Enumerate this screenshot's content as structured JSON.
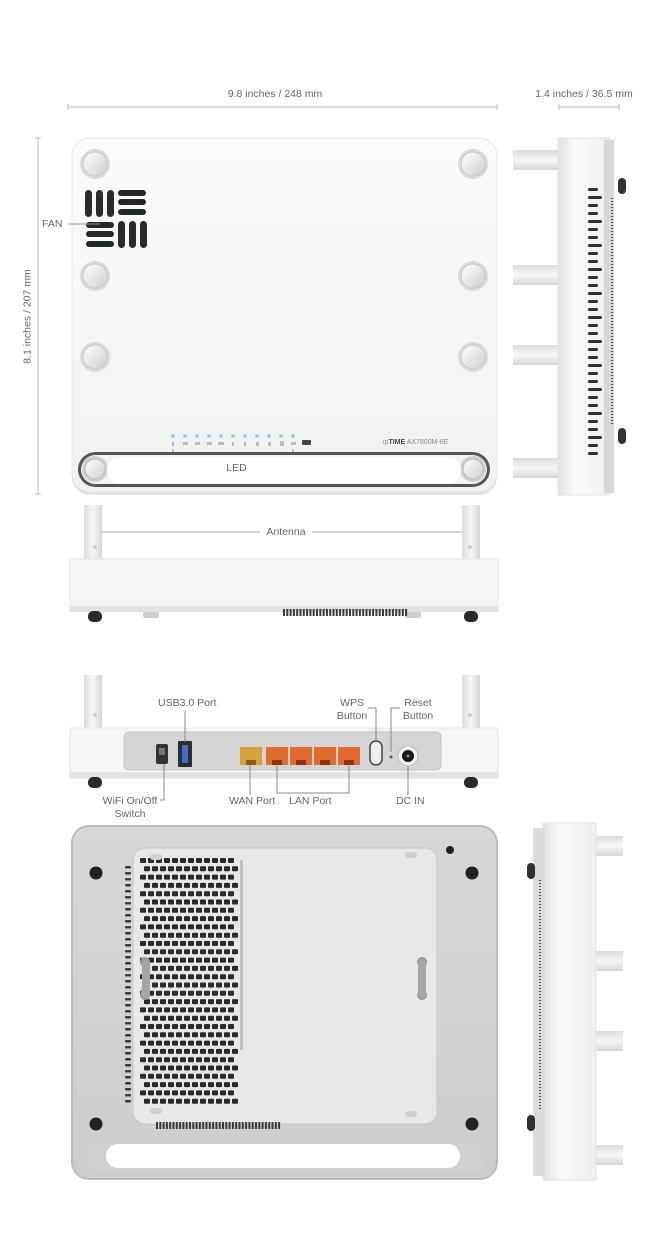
{
  "dimensions": {
    "width": "9.8 inches / 248 mm",
    "depth": "1.4 inches / 36.5 mm",
    "height": "8.1 inches / 207 mm"
  },
  "labels": {
    "fan": "FAN",
    "led": "LED",
    "antenna": "Antenna",
    "usb": "USB3.0 Port",
    "wps_line1": "WPS",
    "wps_line2": "Button",
    "reset_line1": "Reset",
    "reset_line2": "Button",
    "wifi_line1": "WiFi On/Off",
    "wifi_line2": "Switch",
    "wan": "WAN Port",
    "lan": "LAN Port",
    "dcin": "DC IN"
  },
  "brand": {
    "prefix": "ip",
    "name": "TIME",
    "model": "AX7800M-6E"
  }
}
